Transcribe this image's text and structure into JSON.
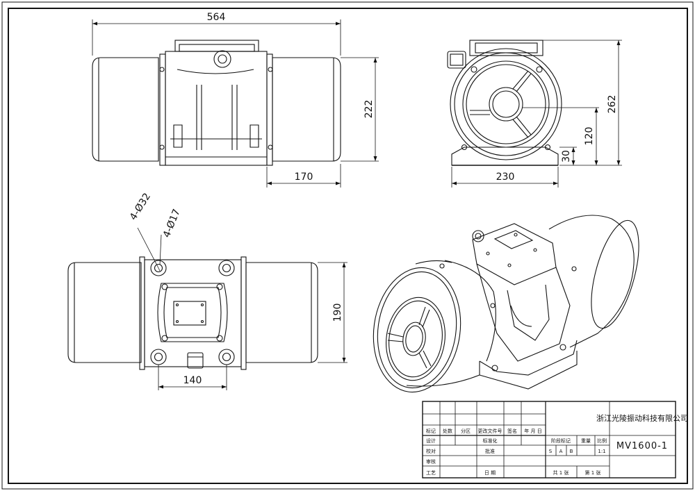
{
  "dimensions": {
    "overall_length": "564",
    "front_height": "222",
    "end_offset": "170",
    "side_base_width": "230",
    "side_total_height": "262",
    "side_center_height": "120",
    "side_base_height": "30",
    "plan_small_holes": "4-Ø17",
    "plan_large_holes": "4-Ø32",
    "plan_hole_spacing_y": "190",
    "plan_hole_spacing_x": "140"
  },
  "title_block": {
    "company": "浙江光陵振动科技有限公司",
    "drawing_no": "MV1600-1",
    "header_labels": [
      "标记",
      "处数",
      "分区",
      "更改文件号",
      "签名",
      "年 月 日"
    ],
    "row_labels": [
      "设计",
      "校对",
      "审核",
      "工艺"
    ],
    "mid_labels": [
      "标准化",
      "批准",
      "日 期"
    ],
    "stage_header": "阶段标记",
    "weight_header": "重量",
    "scale_header": "比例",
    "stage_marks": [
      "S",
      "A",
      "B"
    ],
    "scale_value": "1:1",
    "sheet_total": "共 1 张",
    "sheet_no": "第 1 张"
  }
}
